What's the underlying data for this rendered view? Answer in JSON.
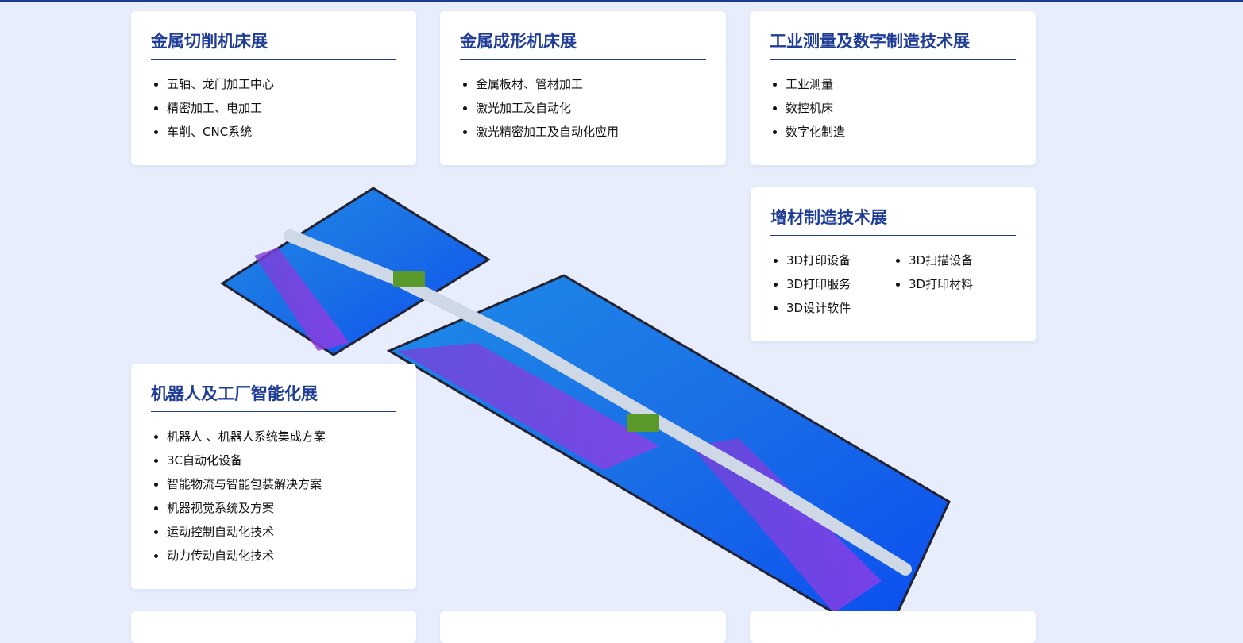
{
  "cards": [
    {
      "title": "金属切削机床展",
      "items": [
        "五轴、龙门加工中心",
        "精密加工、电加工",
        "车削、CNC系统"
      ]
    },
    {
      "title": "金属成形机床展",
      "items": [
        "金属板材、管材加工",
        "激光加工及自动化",
        "激光精密加工及自动化应用"
      ]
    },
    {
      "title": "工业测量及数字制造技术展",
      "items": [
        "工业测量",
        "数控机床",
        "数字化制造"
      ]
    },
    {
      "title": "增材制造技术展",
      "items": [
        "3D打印设备",
        "3D扫描设备",
        "3D打印服务",
        "3D打印材料",
        "3D设计软件"
      ]
    },
    {
      "title": "机器人及工厂智能化展",
      "items": [
        "机器人 、机器人系统集成方案",
        "3C自动化设备",
        "智能物流与智能包装解决方案",
        "机器视觉系统及方案",
        "运动控制自动化技术",
        "动力传动自动化技术"
      ]
    }
  ],
  "colors": {
    "title": "#1f3c96",
    "background": "#e8edfc"
  }
}
